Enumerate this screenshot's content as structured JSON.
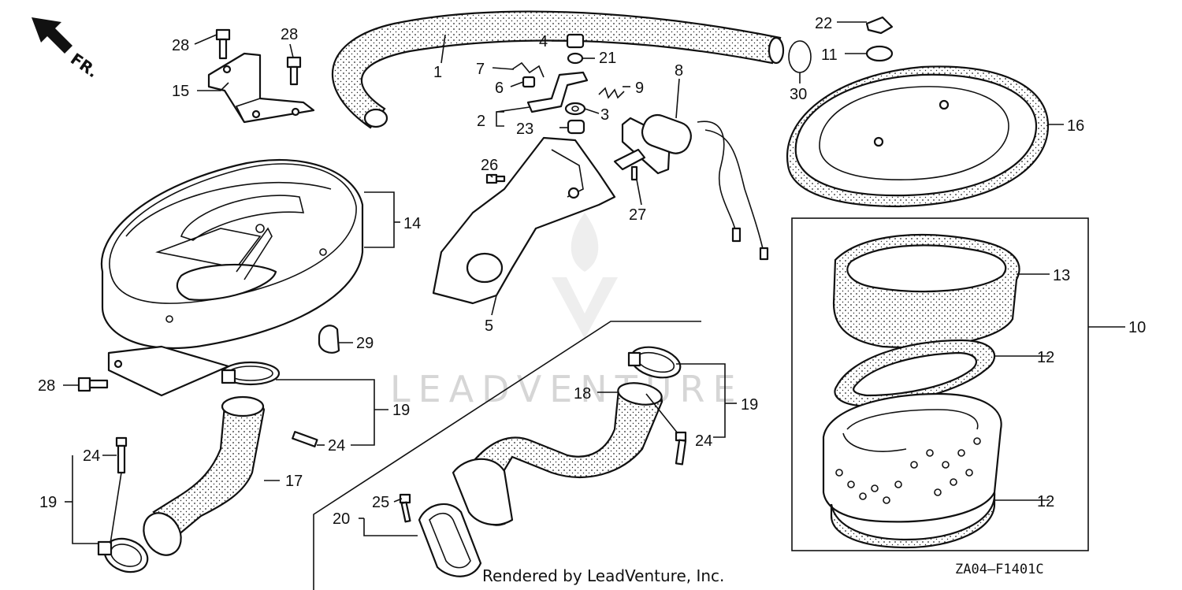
{
  "diagram": {
    "direction_label": "FR.",
    "watermark": "LEADVENTURE",
    "credit": "Rendered by LeadVenture, Inc.",
    "figure_code": "ZA04—F1401C",
    "callouts": [
      "1",
      "2",
      "3",
      "4",
      "5",
      "6",
      "7",
      "8",
      "9",
      "10",
      "11",
      "12",
      "12",
      "13",
      "14",
      "15",
      "16",
      "17",
      "18",
      "19",
      "19",
      "19",
      "20",
      "21",
      "22",
      "23",
      "24",
      "24",
      "24",
      "25",
      "26",
      "27",
      "28",
      "28",
      "28",
      "29",
      "30"
    ]
  },
  "colors": {
    "ink": "#111111",
    "watermark": "#d6d6d6",
    "background": "#ffffff"
  }
}
